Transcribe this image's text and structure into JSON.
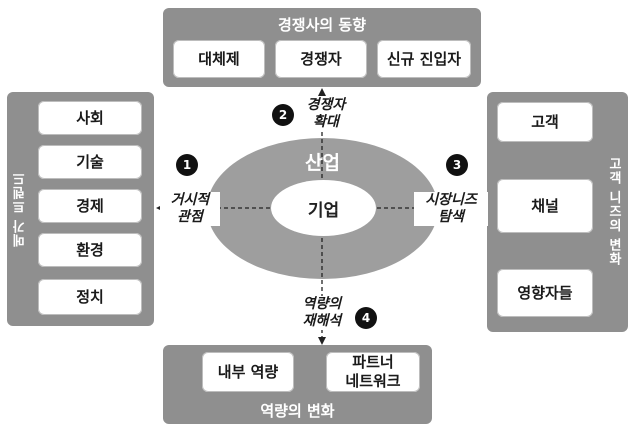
{
  "top": {
    "title": "경쟁사의 동향",
    "items": [
      "대체제",
      "경쟁자",
      "신규 진입자"
    ]
  },
  "left": {
    "title": "메가 트렌드",
    "items": [
      "사회",
      "기술",
      "경제",
      "환경",
      "정치"
    ]
  },
  "right": {
    "title": "고객 니즈의 변화",
    "items": [
      "고객",
      "채널",
      "영향자들"
    ]
  },
  "bottom": {
    "title": "역량의 변화",
    "items": [
      "내부 역량",
      "파트너\n네트워크"
    ]
  },
  "center": {
    "outer": "산업",
    "inner": "기업"
  },
  "arrows": [
    {
      "num": "1",
      "line1": "거시적",
      "line2": "관점"
    },
    {
      "num": "2",
      "line1": "경쟁자",
      "line2": "확대"
    },
    {
      "num": "3",
      "line1": "시장니즈",
      "line2": "탐색"
    },
    {
      "num": "4",
      "line1": "역량의",
      "line2": "재해석"
    }
  ],
  "colors": {
    "panel": "#8f8f8f",
    "ring": "#9e9e9e",
    "badge": "#111111"
  }
}
